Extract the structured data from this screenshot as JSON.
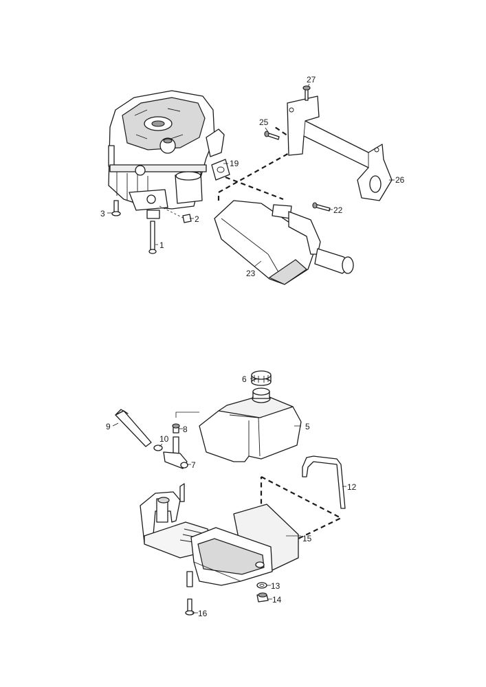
{
  "diagram": {
    "callouts": [
      "1",
      "2",
      "3",
      "5",
      "6",
      "7",
      "8",
      "9",
      "10",
      "12",
      "13",
      "14",
      "15",
      "16",
      "19",
      "22",
      "23",
      "25",
      "26",
      "27"
    ],
    "ink_color": "#1a1a1a",
    "shade_color": "#d9d9d9"
  }
}
